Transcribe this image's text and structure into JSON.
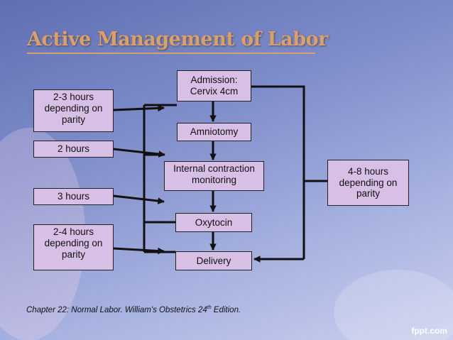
{
  "title": "Active Management of Labor",
  "center_boxes": {
    "admission": "Admission:\nCervix 4cm",
    "amniotomy": "Amniotomy",
    "monitoring": "Internal contraction\nmonitoring",
    "oxytocin": "Oxytocin",
    "delivery": "Delivery"
  },
  "time_boxes": {
    "t1": "2-3 hours\ndepending on\nparity",
    "t2": "2 hours",
    "t3": "3 hours",
    "t4": "2-4 hours\ndepending on\nparity",
    "total": "4-8 hours\ndepending on\nparity"
  },
  "citation": {
    "text": "Chapter 22: Normal Labor. William's Obstetrics 24",
    "superscript": "th",
    "suffix": " Edition."
  },
  "branding": "fppt.com",
  "colors": {
    "box_fill": "#d8bfe6",
    "title": "#d9a06b",
    "background": "#7d8bc9"
  }
}
